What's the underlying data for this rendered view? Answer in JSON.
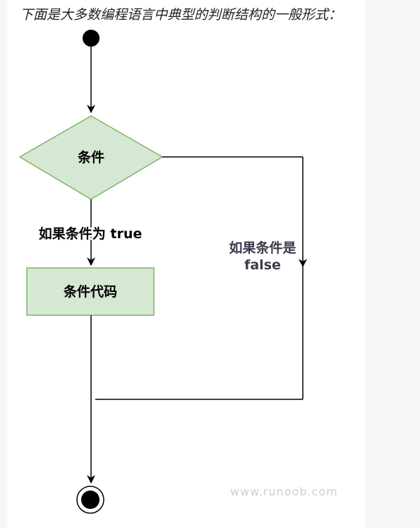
{
  "intro_text": "下面是大多数编程语言中典型的判断结构的一般形式：",
  "nodes": {
    "condition": "条件",
    "code": "条件代码"
  },
  "edge_labels": {
    "true_label": "如果条件为 true",
    "false_line1": "如果条件是",
    "false_line2": "false"
  },
  "watermark": "www.runoob.com",
  "colors": {
    "node_fill": "#d5e8d4",
    "node_stroke": "#82b366",
    "line": "#000000"
  }
}
